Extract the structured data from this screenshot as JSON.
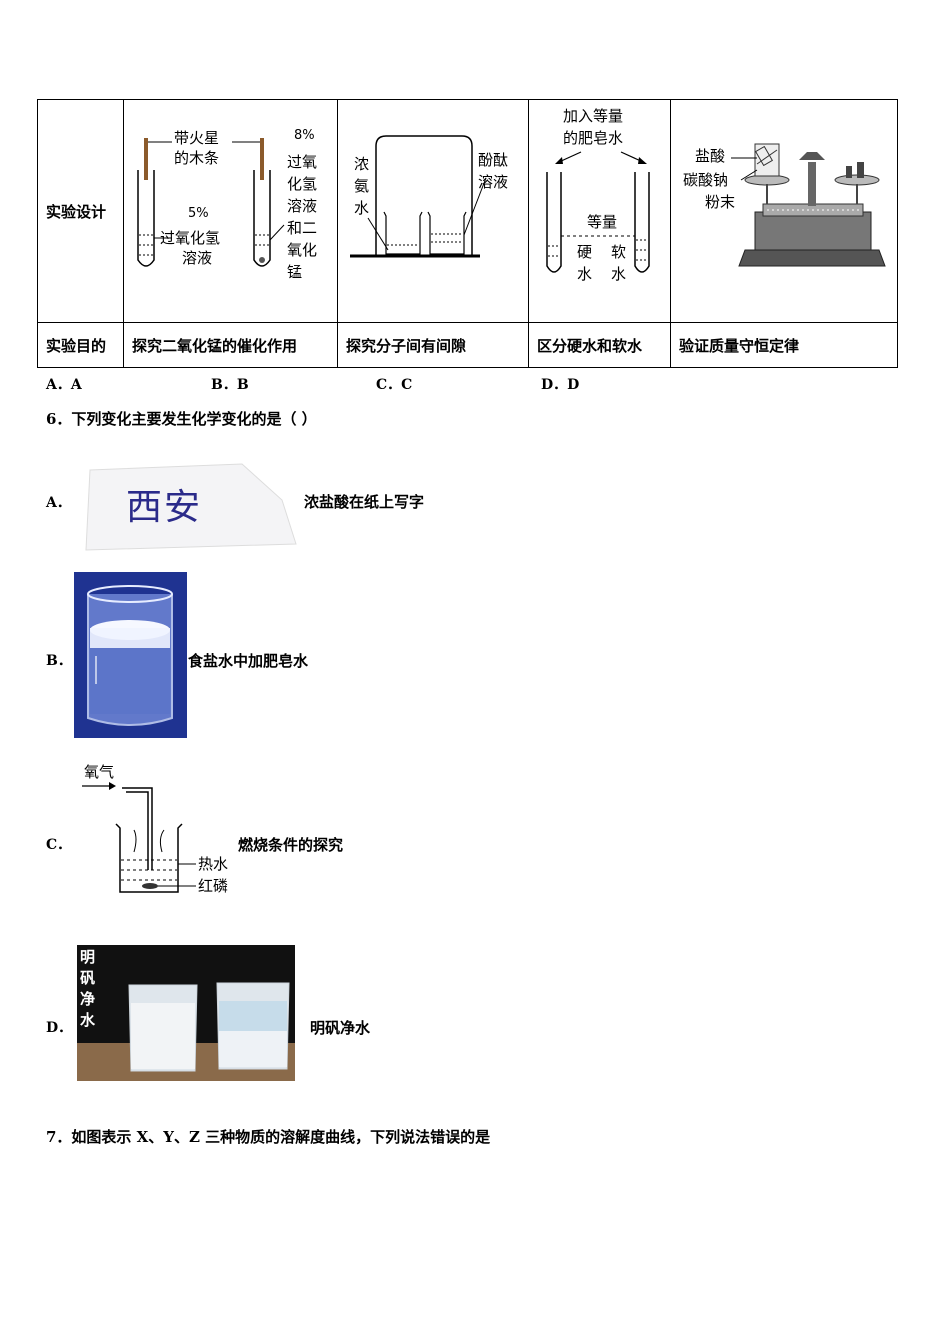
{
  "table": {
    "row1_label": "实验设计",
    "row2_label": "实验目的",
    "col1": {
      "label_splint_1": "带火星",
      "label_splint_2": "的木条",
      "label_left_conc": "5%",
      "label_left_1": "过氧化氢",
      "label_left_2": "溶液",
      "label_right_conc": "8%",
      "label_right_1": "过氧",
      "label_right_2": "化氢",
      "label_right_3": "溶液",
      "label_right_4": "和二",
      "label_right_5": "氧化",
      "label_right_6": "锰",
      "purpose": "探究二氧化锰的催化作用"
    },
    "col2": {
      "label_ammonia_1": "浓",
      "label_ammonia_2": "氨",
      "label_ammonia_3": "水",
      "label_phenol_1": "酚酞",
      "label_phenol_2": "溶液",
      "purpose": "探究分子间有间隙"
    },
    "col3": {
      "label_top_1": "加入等量",
      "label_top_2": "的肥皂水",
      "label_equal": "等量",
      "label_hard_1": "硬",
      "label_hard_2": "水",
      "label_soft_1": "软",
      "label_soft_2": "水",
      "purpose": "区分硬水和软水"
    },
    "col4": {
      "label_acid": "盐酸",
      "label_carbonate_1": "碳酸钠",
      "label_carbonate_2": "粉末",
      "purpose": "验证质量守恒定律"
    }
  },
  "q5_options": [
    "A．A",
    "B．B",
    "C．C",
    "D．D"
  ],
  "q6": {
    "stem": "6．下列变化主要发生化学变化的是（      ）",
    "A": {
      "letter": "A．",
      "text": "浓盐酸在纸上写字",
      "image_text": "西安"
    },
    "B": {
      "letter": "B．",
      "text": "食盐水中加肥皂水"
    },
    "C": {
      "letter": "C．",
      "text": "燃烧条件的探究",
      "label_oxygen": "氧气",
      "label_hotwater": "热水",
      "label_redp": "红磷"
    },
    "D": {
      "letter": "D．",
      "text": "明矾净水",
      "photo_caption": [
        "明",
        "矾",
        "净",
        "水"
      ]
    }
  },
  "q7": {
    "stem": "7．如图表示 X、Y、Z 三种物质的溶解度曲线，下列说法错误的是"
  },
  "colors": {
    "beaker_blue": "#2a3f9e",
    "paper_ink": "#2b2b8a",
    "photo_bg": "#111111",
    "table_wood": "#8a6a4a"
  }
}
